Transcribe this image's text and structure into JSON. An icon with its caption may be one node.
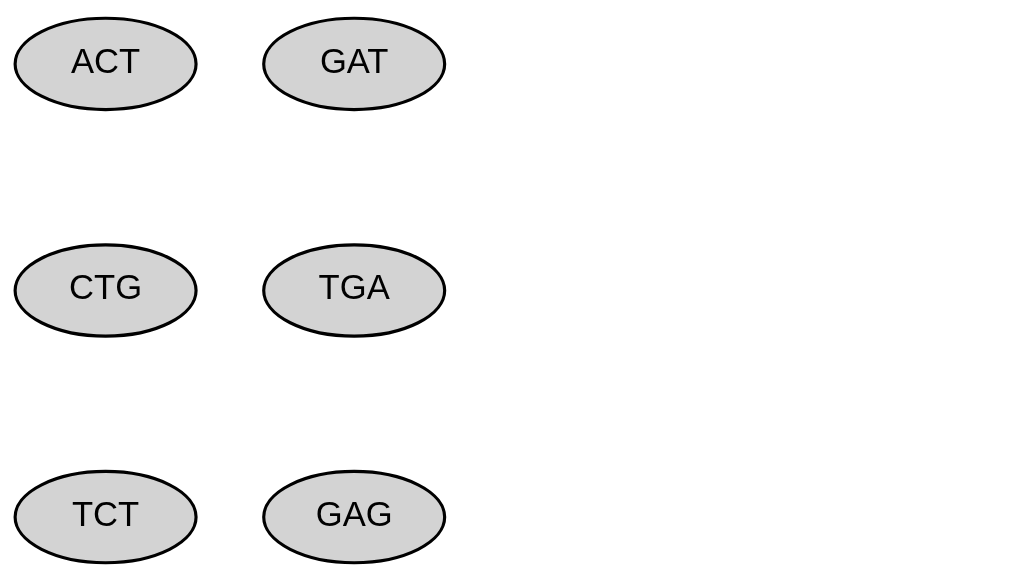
{
  "diagram": {
    "nodes": [
      {
        "text": [
          "ACT"
        ]
      },
      {
        "text": [
          "GAT"
        ]
      },
      {
        "text": [
          "CTG"
        ]
      },
      {
        "text": [
          "TGA"
        ]
      },
      {
        "text": [
          "TCT"
        ]
      },
      {
        "text": [
          "GAG"
        ]
      }
    ]
  }
}
